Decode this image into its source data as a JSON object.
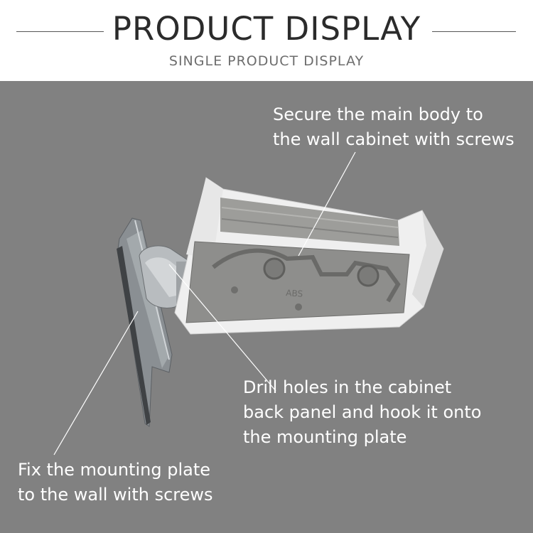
{
  "header": {
    "title": "PRODUCT DISPLAY",
    "subtitle": "SINGLE PRODUCT DISPLAY"
  },
  "product": {
    "embossed_text": "ABS"
  },
  "callouts": {
    "top": [
      "Secure the main body to",
      "the wall cabinet with screws"
    ],
    "middle": [
      "Drill holes in the cabinet",
      "back panel and hook it onto",
      "the mounting plate"
    ],
    "bottom": [
      "Fix the mounting plate",
      "to the wall with screws"
    ]
  },
  "colors": {
    "background": "#818181",
    "plastic_body": "#8e8e8c",
    "white_housing": "#f1f1f1",
    "caption_text": "#ffffff"
  }
}
